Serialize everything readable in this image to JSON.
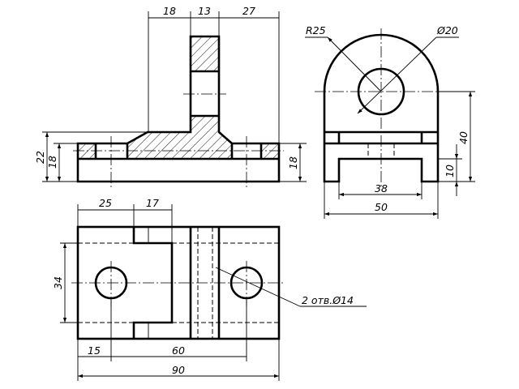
{
  "drawing": {
    "front_view": {
      "dims": {
        "top_18": "18",
        "top_13": "13",
        "top_27": "27",
        "left_22": "22",
        "left_18": "18",
        "right_18": "18"
      }
    },
    "side_view": {
      "dims": {
        "radius": "R25",
        "hole_diameter": "Ø20",
        "height_40": "40",
        "height_10": "10",
        "width_38": "38",
        "width_50": "50"
      }
    },
    "top_view": {
      "dims": {
        "top_25": "25",
        "top_17": "17",
        "left_34": "34",
        "bottom_15": "15",
        "bottom_60": "60",
        "bottom_90": "90",
        "holes_note": "2 отв.Ø14"
      }
    }
  }
}
